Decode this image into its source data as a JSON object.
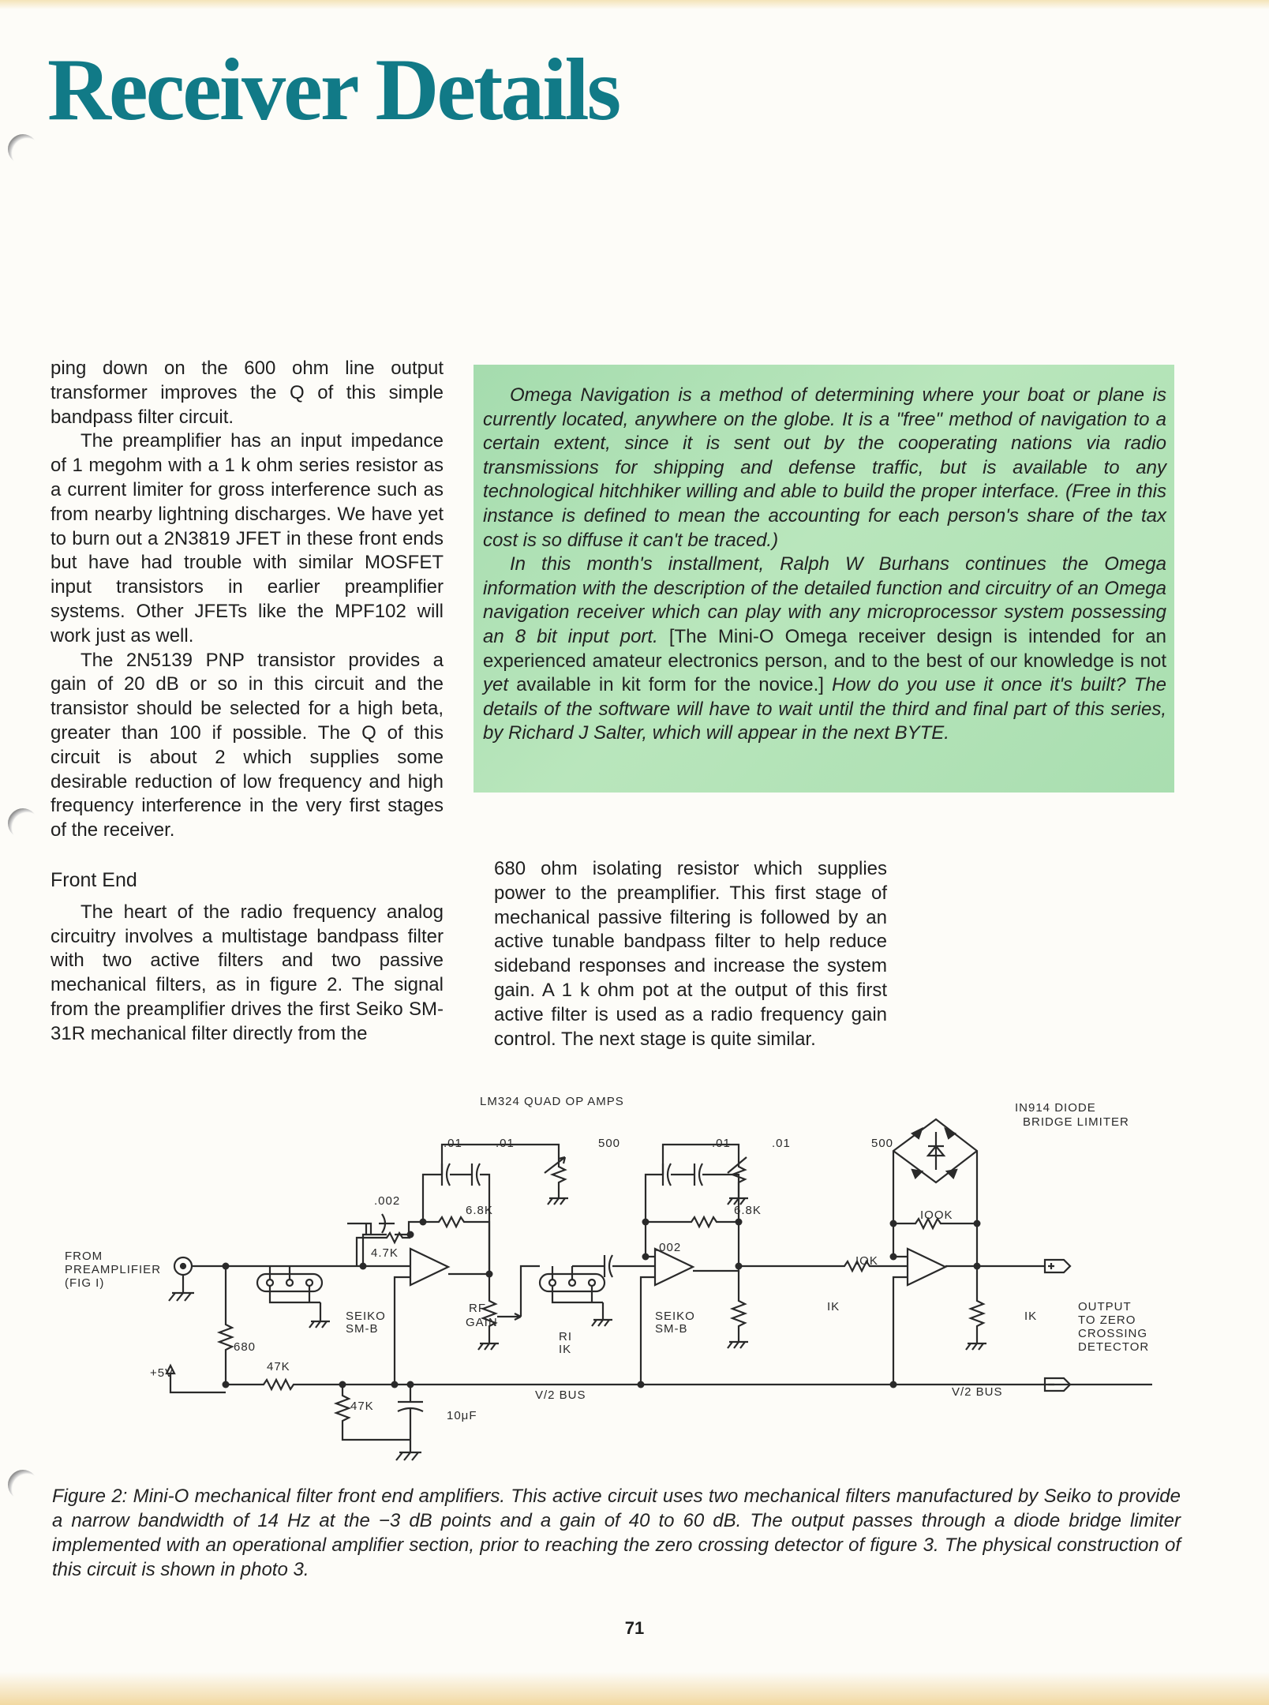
{
  "page": {
    "title": "Receiver Details",
    "page_number": "71"
  },
  "left_column": {
    "p1": "ping down on the 600 ohm line output transformer improves the Q of this simple bandpass filter circuit.",
    "p2": "The preamplifier has an input impedance of 1 megohm with a 1 k ohm series resistor as a current limiter for gross interference such as from nearby lightning discharges. We have yet to burn out a 2N3819 JFET in these front ends but have had trouble with similar MOSFET input transistors in earlier preamplifier systems. Other JFETs like the MPF102 will work just as well.",
    "p3": "The 2N5139 PNP transistor provides a gain of 20 dB or so in this circuit and the transistor should be selected for a high beta, greater than 100 if possible. The Q of this circuit is about 2 which supplies some desirable reduction of low frequency and high frequency interference in the very first stages of the receiver.",
    "heading": "Front End",
    "p4": "The heart of the radio frequency analog circuitry involves a multistage bandpass filter with two active filters and two passive mechanical filters, as in figure 2. The signal from the preamplifier drives the first Seiko SM-31R mechanical filter directly from the"
  },
  "middle_column": {
    "p1": "680 ohm isolating resistor which supplies power to the preamplifier. This first stage of mechanical passive filtering is followed by an active tunable bandpass filter to help reduce sideband responses and increase the system gain. A 1 k ohm pot at the output of this first active filter is used as a radio frequency gain control. The next stage is quite similar."
  },
  "sidebar": {
    "p1": "Omega Navigation is a method of determining where your boat or plane is currently located, anywhere on the globe. It is a \"free\" method of navigation to a certain extent, since it is sent out by the cooperating nations via radio transmissions for shipping and defense traffic, but is available to any technological hitchhiker willing and able to build the proper interface. (Free in this instance is defined to mean the accounting for each person's share of the tax cost is so diffuse it can't be traced.)",
    "p2_italic": "In this month's installment, Ralph W Burhans continues the Omega information with the description of the detailed function and circuitry of an Omega navigation receiver which can play with any microprocessor system possessing an 8 bit input port.",
    "p2_roman_a": " [The Mini-O Omega receiver design is intended for an experienced amateur electronics person, and to the best of our knowledge is not ",
    "p2_yet": "yet",
    "p2_roman_b": " available in kit form for the novice.] ",
    "p2_italic_end": "How do you use it once it's built? The details of the software will have to wait until the third and final part of this series, by Richard J Salter, which will appear in the next BYTE."
  },
  "schematic": {
    "ic_label": "LM324 QUAD OP AMPS",
    "limiter_label_1": "IN914 DIODE",
    "limiter_label_2": "BRIDGE LIMITER",
    "input_1": "FROM",
    "input_2": "PREAMPLIFIER",
    "input_3": "(FIG I)",
    "supply": "+5V",
    "r_680": "680",
    "r_47k_a": "47K",
    "r_47k_b": "47K",
    "c_10uf": "10μF",
    "c_002_a": ".002",
    "c_002_b": ".002",
    "r_4k7": "4.7K",
    "filter_1a": "SEIKO",
    "filter_1b": "SM-B",
    "filter_2a": "SEIKO",
    "filter_2b": "SM-B",
    "c_01_a": ".01",
    "c_01_b": ".01",
    "c_01_c": ".01",
    "c_01_d": ".01",
    "pot_500_a": "500",
    "pot_500_b": "500",
    "r_6k8_a": "6.8K",
    "r_6k8_b": "6.8K",
    "rf_gain_1": "RF",
    "rf_gain_2": "GAIN",
    "r1_1": "RI",
    "r1_2": "IK",
    "r_10k": "IOK",
    "r_1k_a": "IK",
    "r_1k_b": "IK",
    "r_100k": "IOOK",
    "bus_a": "V/2 BUS",
    "bus_b": "V/2 BUS",
    "output_1": "OUTPUT",
    "output_2": "TO ZERO",
    "output_3": "CROSSING",
    "output_4": "DETECTOR"
  },
  "caption": "Figure 2: Mini-O mechanical filter front end amplifiers. This active circuit uses two mechanical filters manufactured by Seiko to provide a narrow bandwidth of 14 Hz at the −3 dB points and a gain of 40 to 60 dB. The output passes through a diode bridge limiter implemented with an operational amplifier section, prior to reaching the zero crossing detector of figure 3. The physical construction of this circuit is shown in photo 3."
}
